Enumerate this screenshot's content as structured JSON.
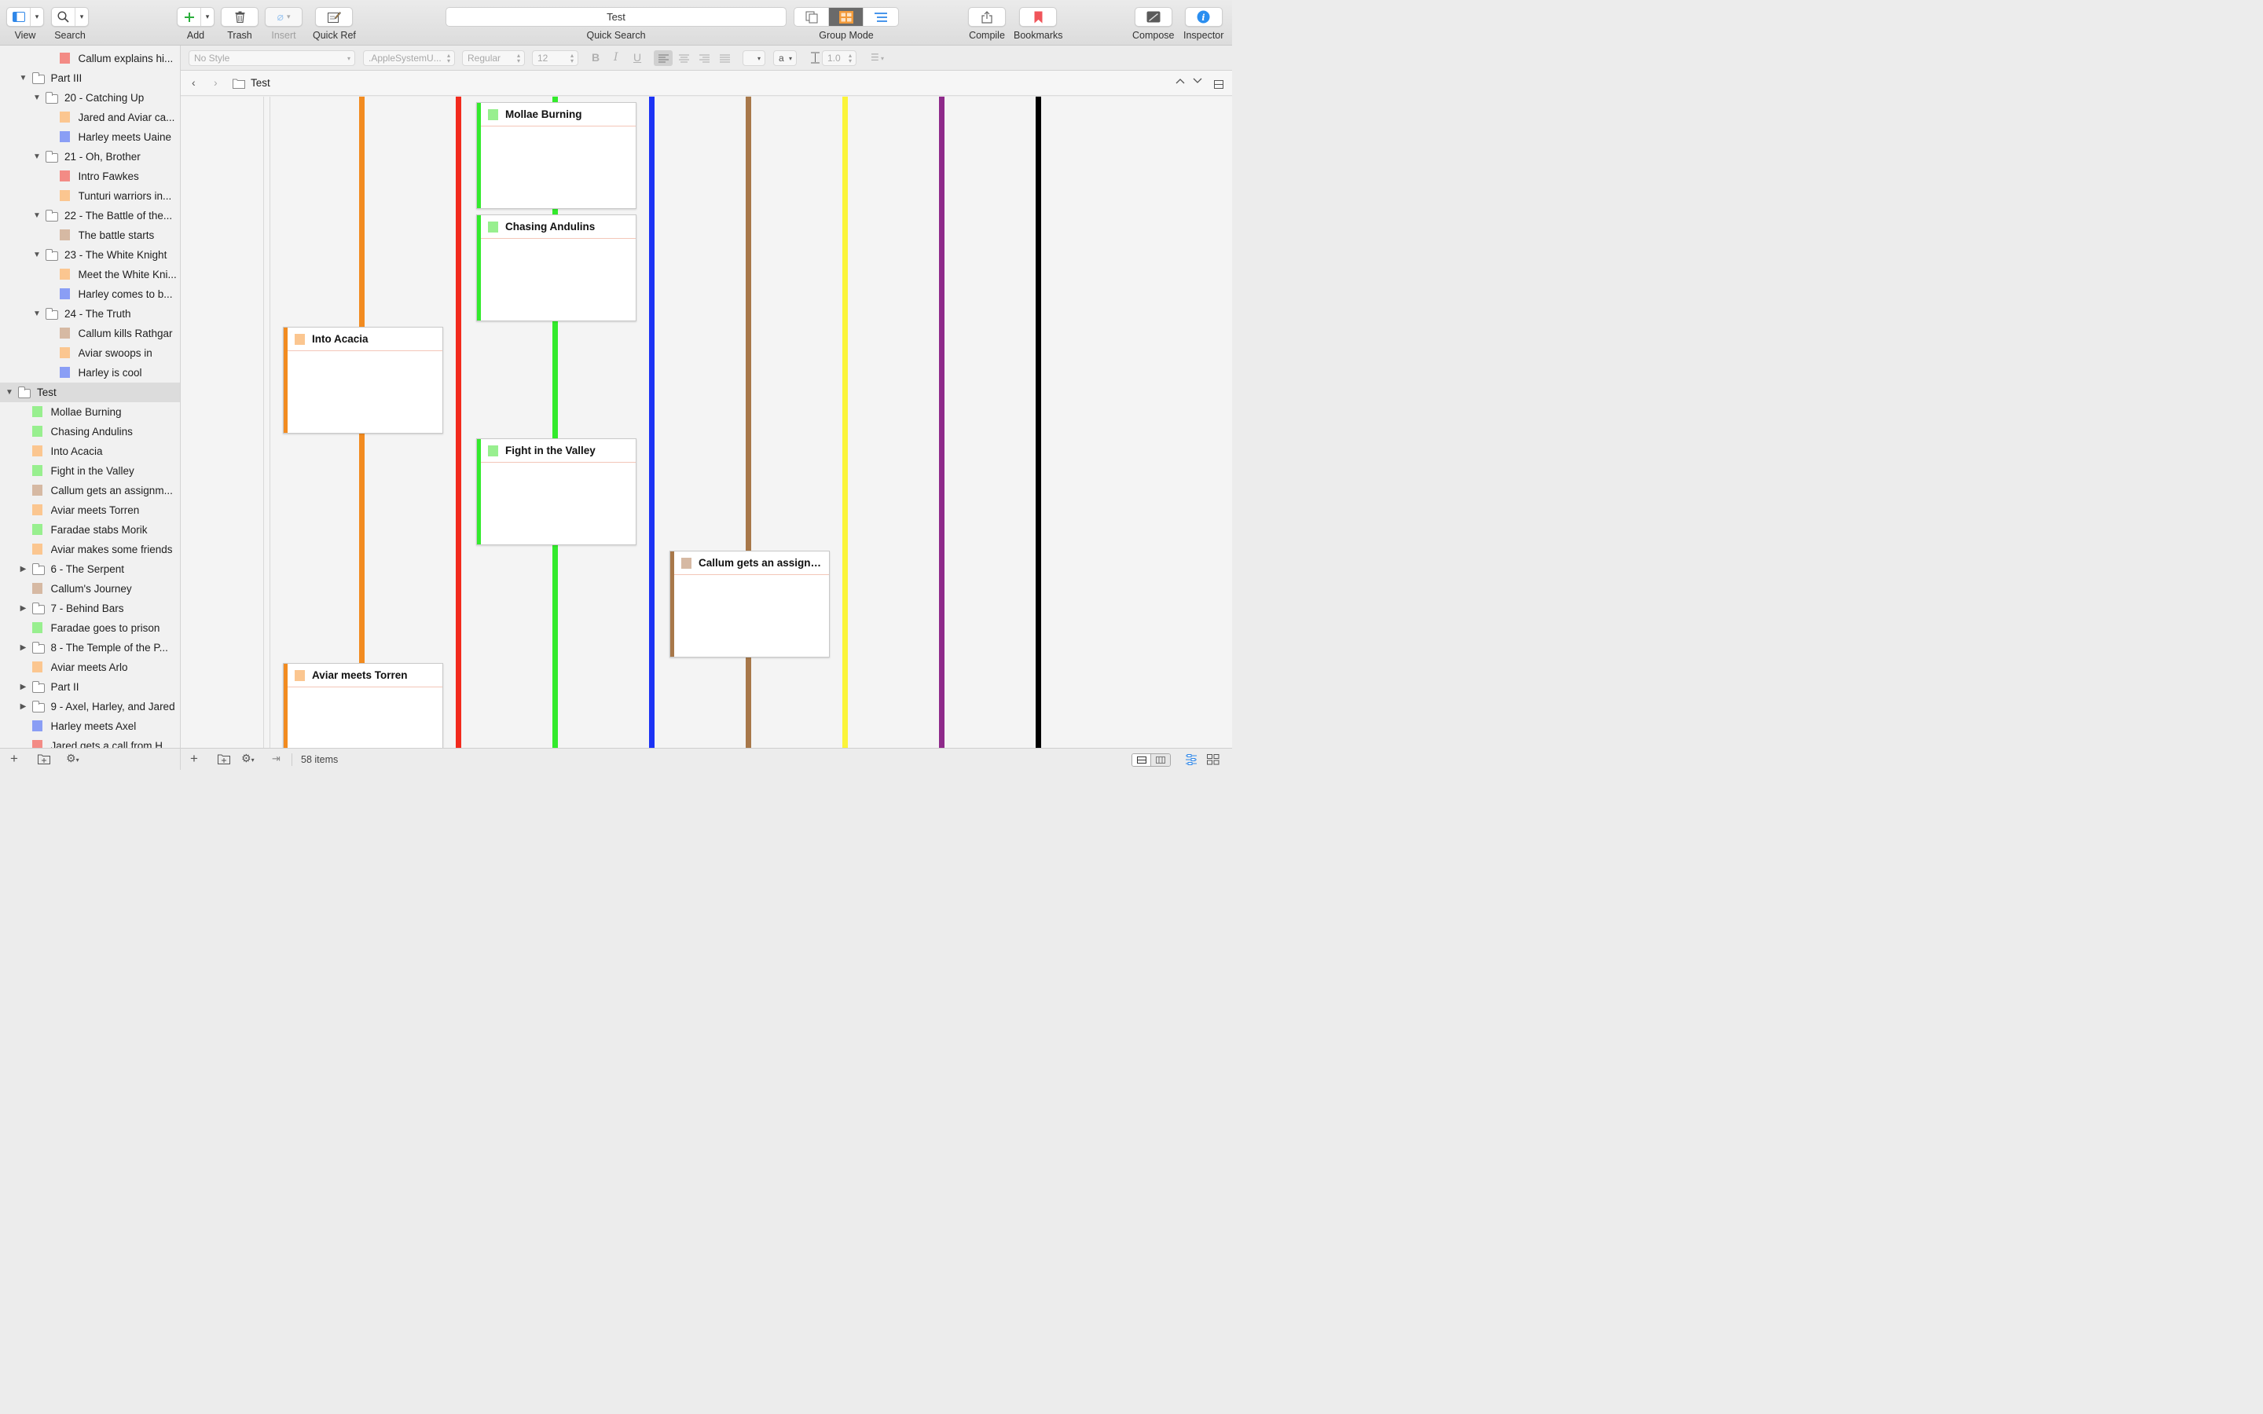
{
  "toolbar": {
    "view": "View",
    "search": "Search",
    "add": "Add",
    "trash": "Trash",
    "insert": "Insert",
    "quick_ref": "Quick Ref",
    "quick_search_value": "Test",
    "quick_search": "Quick Search",
    "group_mode": "Group Mode",
    "compile": "Compile",
    "bookmarks": "Bookmarks",
    "compose": "Compose",
    "inspector": "Inspector"
  },
  "colors": {
    "red": "#f38b85",
    "orange": "#fbc690",
    "blue": "#8a9ef5",
    "tan": "#d6b9a3",
    "green": "#98ef8f",
    "lane_orange": "#f28b20",
    "lane_red": "#f22a1d",
    "lane_green": "#33ea2c",
    "lane_blue": "#1c33f5",
    "lane_brown": "#a8784a",
    "lane_yellow": "#fbf43a",
    "lane_purple": "#8e2a8a",
    "lane_black": "#000000"
  },
  "binder": [
    {
      "label": "Callum explains hi...",
      "indent": 3,
      "kind": "doc",
      "color": "red"
    },
    {
      "label": "Part III",
      "indent": 1,
      "kind": "folder",
      "open": true
    },
    {
      "label": "20 - Catching Up",
      "indent": 2,
      "kind": "folder",
      "open": true
    },
    {
      "label": "Jared and Aviar ca...",
      "indent": 3,
      "kind": "doc",
      "color": "orange"
    },
    {
      "label": "Harley meets Uaine",
      "indent": 3,
      "kind": "doc",
      "color": "blue"
    },
    {
      "label": "21 - Oh, Brother",
      "indent": 2,
      "kind": "folder",
      "open": true
    },
    {
      "label": "Intro Fawkes",
      "indent": 3,
      "kind": "doc",
      "color": "red"
    },
    {
      "label": "Tunturi warriors in...",
      "indent": 3,
      "kind": "doc",
      "color": "orange"
    },
    {
      "label": "22 - The Battle of the...",
      "indent": 2,
      "kind": "folder",
      "open": true
    },
    {
      "label": "The battle starts",
      "indent": 3,
      "kind": "doc",
      "color": "tan"
    },
    {
      "label": "23 - The White Knight",
      "indent": 2,
      "kind": "folder",
      "open": true
    },
    {
      "label": "Meet the White Kni...",
      "indent": 3,
      "kind": "doc",
      "color": "orange"
    },
    {
      "label": "Harley comes to b...",
      "indent": 3,
      "kind": "doc",
      "color": "blue"
    },
    {
      "label": "24 - The Truth",
      "indent": 2,
      "kind": "folder",
      "open": true
    },
    {
      "label": "Callum kills Rathgar",
      "indent": 3,
      "kind": "doc",
      "color": "tan"
    },
    {
      "label": "Aviar swoops in",
      "indent": 3,
      "kind": "doc",
      "color": "orange"
    },
    {
      "label": "Harley is cool",
      "indent": 3,
      "kind": "doc",
      "color": "blue"
    },
    {
      "label": "Test",
      "indent": 0,
      "kind": "folder",
      "open": true,
      "selected": true
    },
    {
      "label": "Mollae Burning",
      "indent": 1,
      "kind": "doc",
      "color": "green"
    },
    {
      "label": "Chasing Andulins",
      "indent": 1,
      "kind": "doc",
      "color": "green"
    },
    {
      "label": "Into Acacia",
      "indent": 1,
      "kind": "doc",
      "color": "orange"
    },
    {
      "label": "Fight in the Valley",
      "indent": 1,
      "kind": "doc",
      "color": "green"
    },
    {
      "label": "Callum gets an assignm...",
      "indent": 1,
      "kind": "doc",
      "color": "tan"
    },
    {
      "label": "Aviar meets Torren",
      "indent": 1,
      "kind": "doc",
      "color": "orange"
    },
    {
      "label": "Faradae stabs Morik",
      "indent": 1,
      "kind": "doc",
      "color": "green"
    },
    {
      "label": "Aviar makes some friends",
      "indent": 1,
      "kind": "doc",
      "color": "orange"
    },
    {
      "label": "6 - The Serpent",
      "indent": 1,
      "kind": "folder",
      "open": false
    },
    {
      "label": "Callum's Journey",
      "indent": 1,
      "kind": "doc",
      "color": "tan"
    },
    {
      "label": "7 - Behind Bars",
      "indent": 1,
      "kind": "folder",
      "open": false
    },
    {
      "label": "Faradae goes to prison",
      "indent": 1,
      "kind": "doc",
      "color": "green"
    },
    {
      "label": "8 - The Temple of the P...",
      "indent": 1,
      "kind": "folder",
      "open": false
    },
    {
      "label": "Aviar meets Arlo",
      "indent": 1,
      "kind": "doc",
      "color": "orange"
    },
    {
      "label": "Part II",
      "indent": 1,
      "kind": "folder",
      "open": false
    },
    {
      "label": "9 - Axel, Harley, and Jared",
      "indent": 1,
      "kind": "folder",
      "open": false
    },
    {
      "label": "Harley meets Axel",
      "indent": 1,
      "kind": "doc",
      "color": "blue"
    },
    {
      "label": "Jared gets a call from H...",
      "indent": 1,
      "kind": "doc",
      "color": "red"
    }
  ],
  "format": {
    "style": "No Style",
    "font": ".AppleSystemU...",
    "weight": "Regular",
    "size": "12",
    "line_spacing": "1.0",
    "text_color_glyph": "a"
  },
  "header": {
    "title": "Test"
  },
  "lanes": [
    "lane_orange",
    "lane_red",
    "lane_green",
    "lane_blue",
    "lane_brown",
    "lane_yellow",
    "lane_purple",
    "lane_black"
  ],
  "cards": [
    {
      "title": "Mollae Burning",
      "lane": 2,
      "slot": 0,
      "color": "green",
      "lane_color": "lane_green"
    },
    {
      "title": "Chasing Andulins",
      "lane": 2,
      "slot": 1,
      "color": "green",
      "lane_color": "lane_green"
    },
    {
      "title": "Into Acacia",
      "lane": 0,
      "slot": 2,
      "color": "orange",
      "lane_color": "lane_orange"
    },
    {
      "title": "Fight in the Valley",
      "lane": 2,
      "slot": 3,
      "color": "green",
      "lane_color": "lane_green"
    },
    {
      "title": "Callum gets an assignm...",
      "lane": 4,
      "slot": 4,
      "color": "tan",
      "lane_color": "lane_brown"
    },
    {
      "title": "Aviar meets Torren",
      "lane": 0,
      "slot": 5,
      "color": "orange",
      "lane_color": "lane_orange"
    }
  ],
  "footer": {
    "item_count": "58 items"
  }
}
